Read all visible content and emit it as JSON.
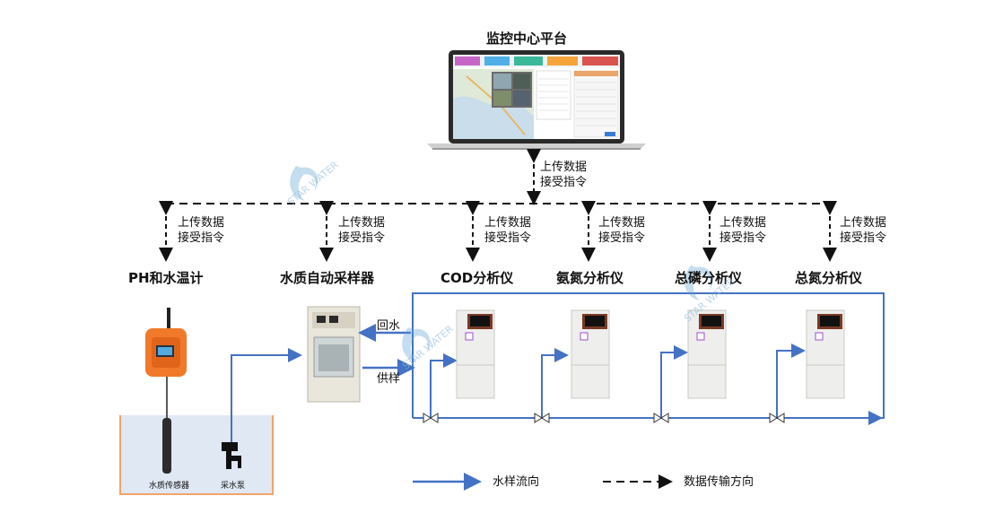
{
  "platform": {
    "title": "监控中心平台"
  },
  "link": {
    "upload": "上传数据",
    "receive": "接受指令"
  },
  "devices": [
    {
      "name": "PH和水温计"
    },
    {
      "name": "水质自动采样器"
    },
    {
      "name": "COD分析仪"
    },
    {
      "name": "氨氮分析仪"
    },
    {
      "name": "总磷分析仪"
    },
    {
      "name": "总氮分析仪"
    }
  ],
  "flow": {
    "return_label": "回水",
    "supply_label": "供样"
  },
  "tank": {
    "sensor_label": "水质传感器",
    "pump_label": "采水泵"
  },
  "legend": {
    "water_flow": "水样流向",
    "data_direction": "数据传输方向"
  },
  "watermark": {
    "text": "STAR WATER"
  },
  "colors": {
    "pipe": "#4472c4",
    "analyzer_panel": "#7a3a26",
    "logger": "#f07a2a",
    "tank_border": "#f4a36b"
  }
}
